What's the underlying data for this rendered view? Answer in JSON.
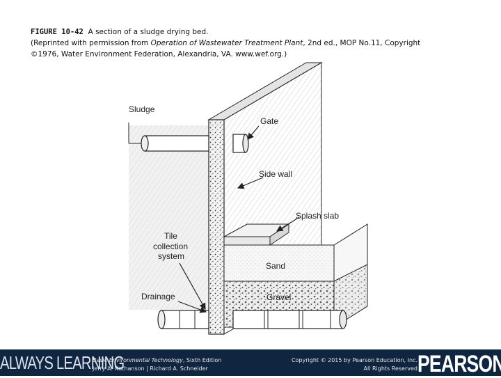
{
  "caption": {
    "figure_number": "FIGURE 10-42",
    "title": "A section of a sludge drying bed.",
    "line2_prefix": "(Reprinted with permission from ",
    "line2_italic": "Operation of Wastewater Treatment Plant",
    "line2_suffix": ", 2nd ed., MOP No.11, Copyright",
    "line3": "©1976, Water Environment Federation, Alexandria, VA. www.wef.org.)"
  },
  "labels": {
    "sludge": "Sludge",
    "gate": "Gate",
    "side_wall": "Side wall",
    "splash_slab": "Splash slab",
    "tile_1": "Tile",
    "tile_2": "collection",
    "tile_3": "system",
    "sand": "Sand",
    "drainage": "Drainage",
    "gravel": "Gravel"
  },
  "footer": {
    "brand_left": "ALWAYS LEARNING",
    "book_title": "Basic Environmental Technology",
    "book_edition": ", Sixth Edition",
    "authors": "Jerry A. Nathanson | Richard A. Schneider",
    "copyright": "Copyright © 2015 by Pearson Education, Inc.",
    "rights": "All Rights Reserved",
    "brand_right": "PEARSON"
  },
  "colors": {
    "footer_bg": "#10253f",
    "line": "#222222"
  }
}
